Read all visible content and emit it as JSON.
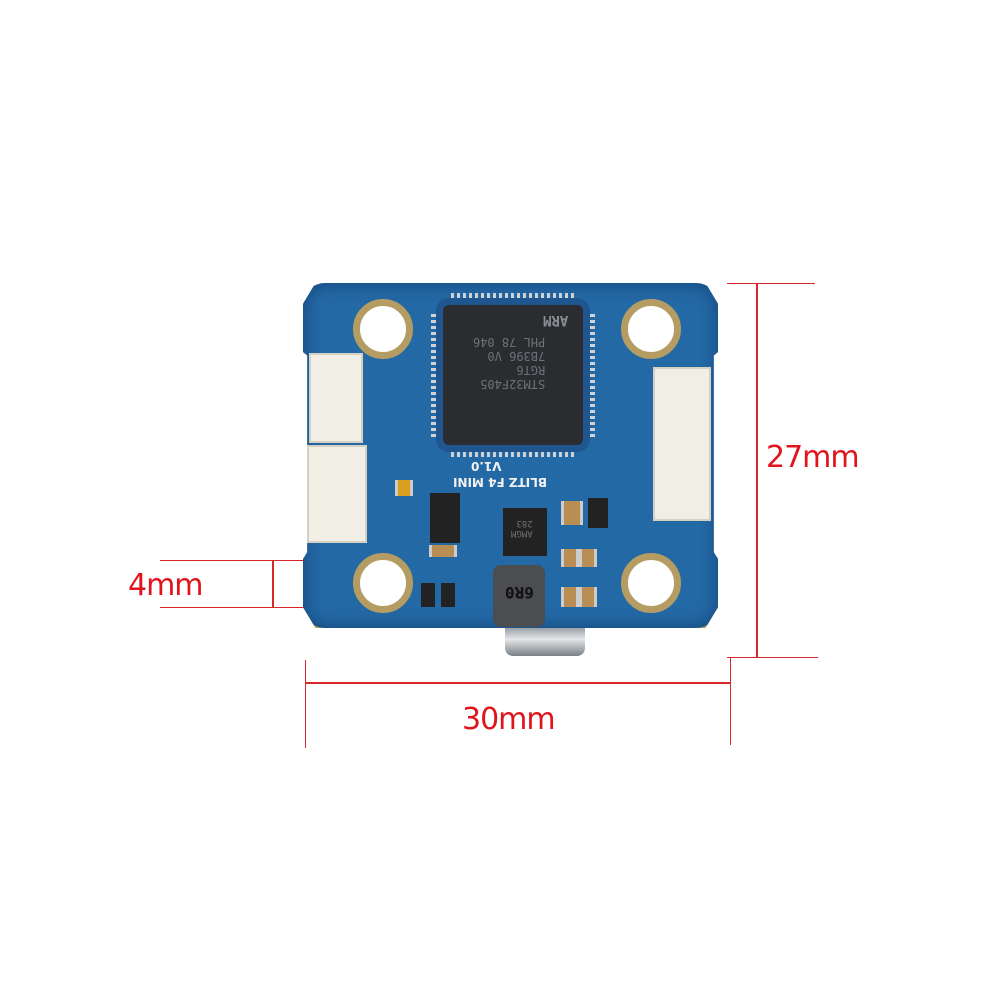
{
  "dimensions": {
    "height_label": "27mm",
    "width_label": "30mm",
    "hole_label": "4mm",
    "line_color": "#d8262a",
    "label_color": "#e0151c"
  },
  "board": {
    "name_silkscreen": "BLITZ F4 MINI",
    "version_silkscreen": "V1.0",
    "mcu_brand": "ARM",
    "mcu_marking": "STM32F405\nRGT6\n7B396 V0\nPHL 78 046",
    "regulator_marking": "AMGM\n283",
    "inductor_marking": "6R0",
    "pcb_color": "#2369a6"
  }
}
